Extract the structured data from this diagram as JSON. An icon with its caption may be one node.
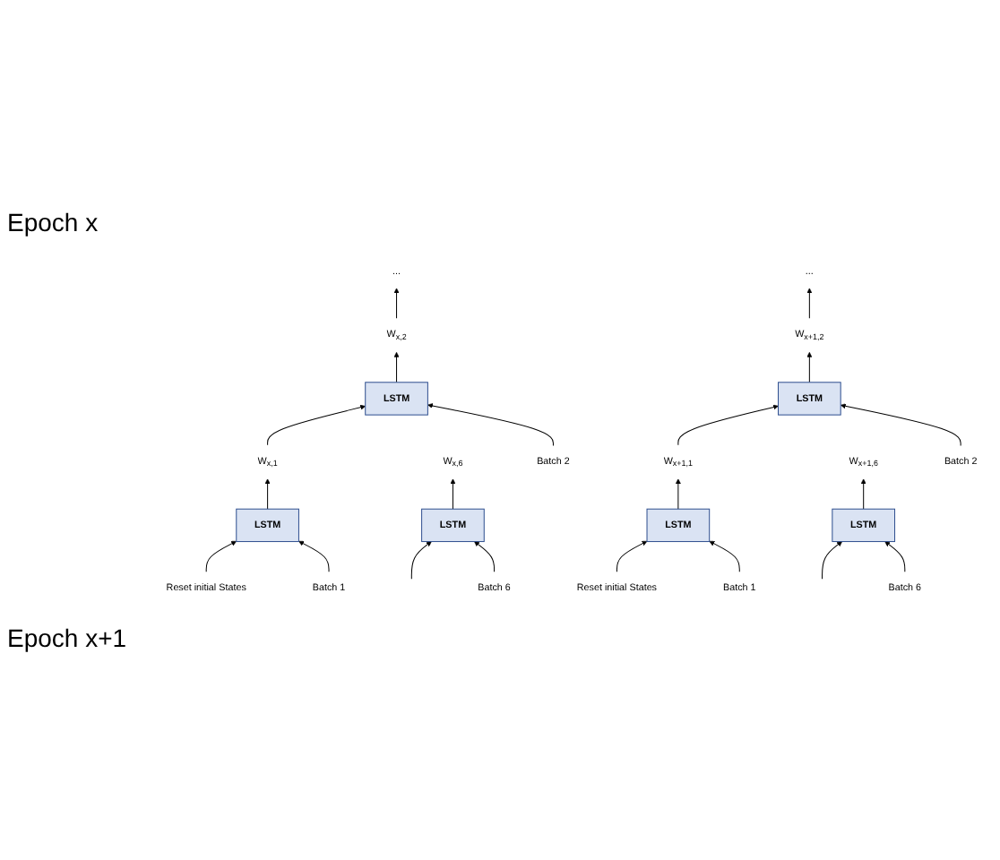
{
  "diagram": {
    "nodes": [
      {
        "text": [
          "W$_{x,1}$"
        ]
      },
      {
        "text": [
          "W$_{x,2}$"
        ]
      },
      {
        "text": [
          "W$_{x,6}$"
        ]
      },
      {
        "text": [
          "LSTM"
        ]
      },
      {
        "text": [
          "LSTM"
        ]
      },
      {
        "text": [
          "..."
        ]
      },
      {
        "text": [
          "LSTM"
        ]
      },
      {
        "text": [
          "Reset initial States"
        ]
      },
      {
        "text": [
          "Batch 1"
        ]
      },
      {
        "text": [
          "Batch 2"
        ]
      },
      {
        "text": [
          "Batch 6"
        ]
      },
      {
        "text": [
          "W$_{x+1,1}$"
        ]
      },
      {
        "text": [
          "W$_{x+1,2}$"
        ]
      },
      {
        "text": [
          "W$_{x+1,6}$"
        ]
      },
      {
        "text": [
          "LSTM"
        ]
      },
      {
        "text": [
          "LSTM"
        ]
      },
      {
        "text": [
          "..."
        ]
      },
      {
        "text": [
          "LSTM"
        ]
      },
      {
        "text": [
          "Reset initial States"
        ]
      },
      {
        "text": [
          "Batch 1"
        ]
      },
      {
        "text": [
          "Batch 2"
        ]
      },
      {
        "text": [
          "Batch 6"
        ]
      }
    ],
    "edges": [
      {
        "from": 7,
        "to": 3,
        "arrow": "to"
      },
      {
        "from": 8,
        "to": 3,
        "arrow": "to"
      },
      {
        "from": 3,
        "to": 0,
        "arrow": "to"
      },
      {
        "from": 0,
        "to": 4,
        "arrow": "to"
      },
      {
        "from": 9,
        "to": 4,
        "arrow": "to"
      },
      {
        "from": 4,
        "to": 1,
        "arrow": "to"
      },
      {
        "from": 1,
        "to": 5,
        "arrow": "to"
      },
      {
        "from": null,
        "to": 6,
        "arrow": "to"
      },
      {
        "from": 10,
        "to": 6,
        "arrow": "to"
      },
      {
        "from": 6,
        "to": 2,
        "arrow": "to"
      },
      {
        "from": 18,
        "to": 14,
        "arrow": "to"
      },
      {
        "from": 19,
        "to": 14,
        "arrow": "to"
      },
      {
        "from": 14,
        "to": 11,
        "arrow": "to"
      },
      {
        "from": 11,
        "to": 15,
        "arrow": "to"
      },
      {
        "from": 20,
        "to": 15,
        "arrow": "to"
      },
      {
        "from": 15,
        "to": 12,
        "arrow": "to"
      },
      {
        "from": 12,
        "to": 16,
        "arrow": "to"
      },
      {
        "from": null,
        "to": 17,
        "arrow": "to"
      },
      {
        "from": 21,
        "to": 17,
        "arrow": "to"
      },
      {
        "from": 17,
        "to": 13,
        "arrow": "to"
      }
    ],
    "labels": [
      "Epoch x",
      "Epoch x+1"
    ]
  }
}
